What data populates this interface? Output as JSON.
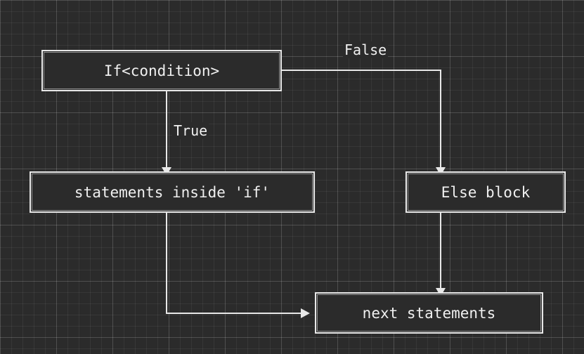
{
  "nodes": {
    "condition": "If<condition>",
    "if_block": "statements inside 'if'",
    "else_block": "Else block",
    "next": "next statements"
  },
  "edges": {
    "true_label": "True",
    "false_label": "False"
  },
  "colors": {
    "background": "#2b2b2b",
    "grid": "#ffffff",
    "stroke": "#e8e8e8",
    "text": "#f0f0f0"
  }
}
